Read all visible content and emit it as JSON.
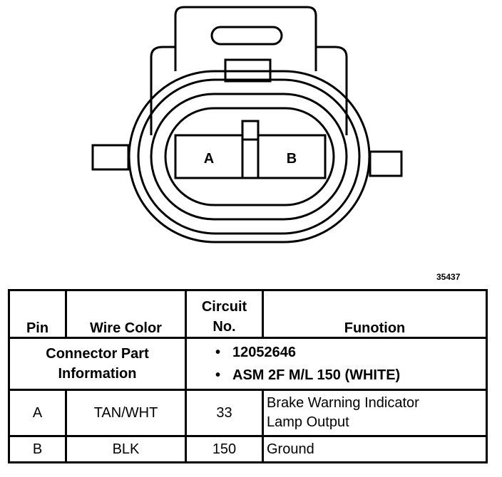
{
  "diagram": {
    "figure_id": "35437",
    "cavity_labels": [
      "A",
      "B"
    ]
  },
  "table": {
    "headers": {
      "pin": "Pin",
      "wire_color": "Wire Color",
      "circuit_line1": "Circuit",
      "circuit_line2": "No.",
      "function": "Funotion"
    },
    "connector_info": {
      "label_line1": "Connector Part",
      "label_line2": "Information",
      "parts": [
        "12052646",
        "ASM 2F M/L 150 (WHITE)"
      ]
    },
    "rows": [
      {
        "pin": "A",
        "wire_color": "TAN/WHT",
        "circuit": "33",
        "function_line1": "Brake Warning Indicator",
        "function_line2": "Lamp Output"
      },
      {
        "pin": "B",
        "wire_color": "BLK",
        "circuit": "150",
        "function_line1": "Ground",
        "function_line2": ""
      }
    ]
  }
}
